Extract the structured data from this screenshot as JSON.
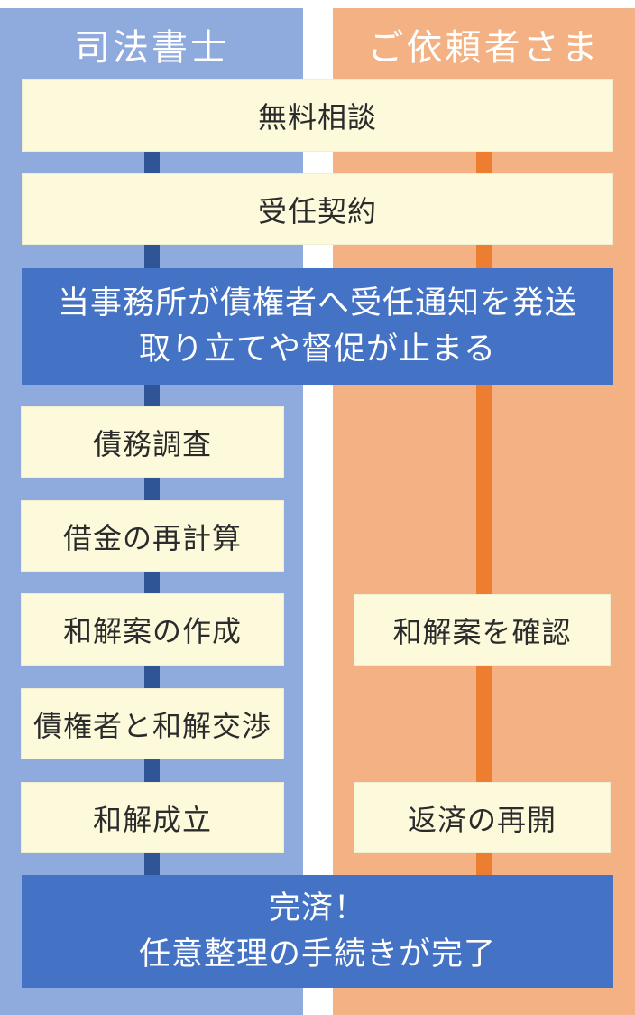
{
  "colors": {
    "left_column_bg": "#8FAADC",
    "right_column_bg": "#F4B183",
    "left_connector": "#2F5597",
    "right_connector": "#ED7D31",
    "highlight_box_bg": "#4472C4",
    "step_box_bg": "#FDFADC",
    "step_text": "#2B2B2B",
    "header_text": "#FFFFFF"
  },
  "columns": {
    "left": {
      "header": "司法書士"
    },
    "right": {
      "header": "ご依頼者さま"
    }
  },
  "steps": {
    "free_consultation": "無料相談",
    "engagement_contract": "受任契約",
    "notice": {
      "line1": "当事務所が債権者へ受任通知を発送",
      "line2": "取り立てや督促が止まる"
    },
    "debt_research": "債務調査",
    "debt_recalculation": "借金の再計算",
    "draft_settlement_proposal": "和解案の作成",
    "confirm_settlement_proposal": "和解案を確認",
    "negotiation_with_creditors": "債権者と和解交渉",
    "settlement_reached": "和解成立",
    "resume_repayment": "返済の再開",
    "completion": {
      "line1": "完済！",
      "line2": "任意整理の手続きが完了"
    }
  }
}
